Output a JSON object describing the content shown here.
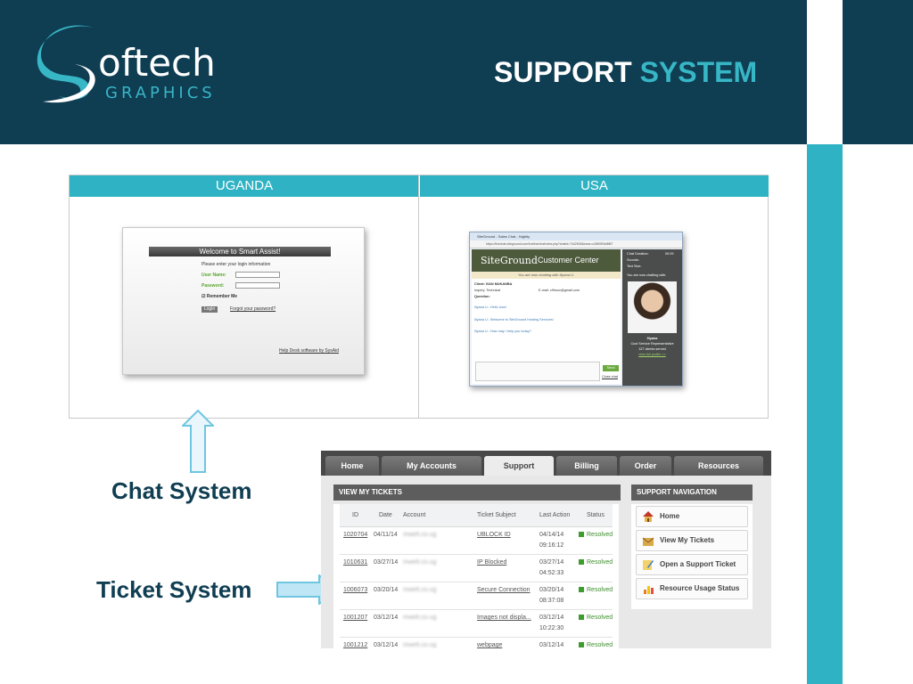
{
  "header": {
    "logo_main": "oftech",
    "logo_sub": "GRAPHICS",
    "title_part1": "SUPPORT",
    "title_part2": "SYSTEM"
  },
  "colors": {
    "navy": "#0f3d52",
    "teal": "#2fb3c4",
    "accent": "#37b6c6"
  },
  "comparison": {
    "left_header": "UGANDA",
    "right_header": "USA"
  },
  "smart_assist": {
    "banner": "Welcome to Smart Assist!",
    "prompt": "Please enter your login information",
    "username_label": "User Name:",
    "password_label": "Password:",
    "remember": "Remember Me",
    "login": "Login",
    "forgot": "Forgot your password?",
    "footer": "Help Desk software by SysAid"
  },
  "siteground": {
    "window_title": "SiteGround - Sales Chat - Nightly",
    "address": "https://livechat.siteground.com/hotline/chat/view.php?chatid=7442636&sess=c2869f09d8f87",
    "logo": "SiteGround",
    "center": "Customer Center",
    "now_chatting": "You are now chatting with Iliyana U.",
    "client": "Client: IVAN MUKANBA",
    "inquiry": "Inquiry: Technical",
    "email": "E-mail: c9hsuv@gmail.com",
    "question": "Question:",
    "msg1": "Iliyana U.: Hello Ivan!",
    "msg2": "Iliyana U.: Welcome to SiteGround Hosting Services!",
    "msg3": "Iliyana U.: How may I help you today?",
    "send": "Send",
    "close": "Close chat",
    "chat_duration": "Chat Duration:",
    "duration": "00:29",
    "sounds": "Sounds:",
    "text_size": "Text Size:",
    "side_chatting": "You are now chatting with:",
    "rep_name": "Iliyana",
    "rep_title": "Cust Service Representative",
    "rep_clients": "127 clients served",
    "rep_profile": "view full profile >>"
  },
  "labels": {
    "chat": "Chat System",
    "ticket": "Ticket System"
  },
  "ticket_system": {
    "tabs": [
      "Home",
      "My Accounts",
      "Support",
      "Billing",
      "Order",
      "Resources"
    ],
    "active_tab": "Support",
    "tickets_header": "VIEW MY TICKETS",
    "columns": [
      "ID",
      "Date",
      "Account",
      "Ticket Subject",
      "Last Action",
      "Status"
    ],
    "rows": [
      {
        "id": "1020704",
        "date": "04/11/14",
        "account": "mwelt.co.ug",
        "subject": "UBLOCK ID",
        "last_date": "04/14/14",
        "last_time": "09:16:12",
        "status": "Resolved"
      },
      {
        "id": "1010631",
        "date": "03/27/14",
        "account": "mwelt.co.ug",
        "subject": "IP Blocked",
        "last_date": "03/27/14",
        "last_time": "04:52:33",
        "status": "Resolved"
      },
      {
        "id": "1006073",
        "date": "03/20/14",
        "account": "mwelt.co.ug",
        "subject": "Secure Connection",
        "last_date": "03/20/14",
        "last_time": "08:37:08",
        "status": "Resolved"
      },
      {
        "id": "1001207",
        "date": "03/12/14",
        "account": "mwelt.co.ug",
        "subject": "Images not displa...",
        "last_date": "03/12/14",
        "last_time": "10:22:30",
        "status": "Resolved"
      },
      {
        "id": "1001212",
        "date": "03/12/14",
        "account": "mwelt.co.ug",
        "subject": "webpage",
        "last_date": "03/12/14",
        "last_time": "",
        "status": "Resolved"
      }
    ],
    "nav_header": "SUPPORT NAVIGATION",
    "nav_items": [
      "Home",
      "View My Tickets",
      "Open a Support Ticket",
      "Resource Usage Status"
    ]
  }
}
